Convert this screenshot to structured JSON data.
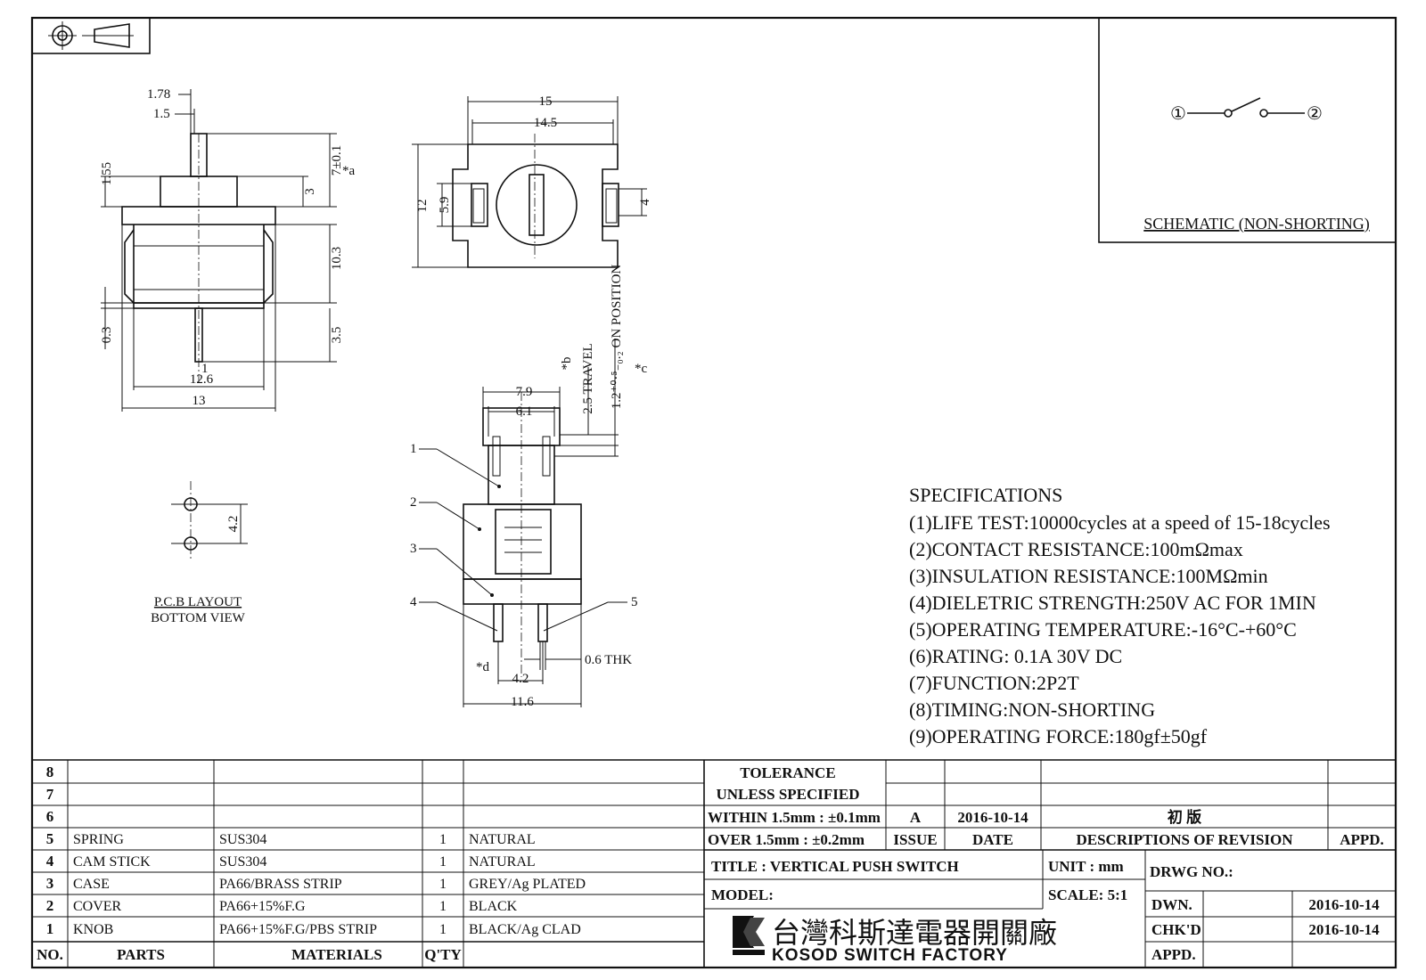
{
  "schematic": {
    "terminal_1": "①",
    "terminal_2": "②",
    "caption": "SCHEMATIC (NON-SHORTING)"
  },
  "side_view_dims": {
    "d_1_78": "1.78",
    "d_1_5": "1.5",
    "d_1_55": "1.55",
    "d_3": "3",
    "d_7": "7±0.1",
    "note_a": "*a",
    "d_10_3": "10.3",
    "d_0_3": "0.3",
    "d_3_5": "3.5",
    "d_1": "1",
    "d_12_6": "12.6",
    "d_13": "13"
  },
  "top_view_dims": {
    "d_15": "15",
    "d_14_5": "14.5",
    "d_12": "12",
    "d_5_9": "5.9",
    "d_4": "4"
  },
  "front_view_dims": {
    "d_7_9": "7.9",
    "d_6_1": "6.1",
    "travel": "2.5 TRAVEL",
    "note_b": "*b",
    "on_position": "1.2⁺⁰·⁵₋₀.₂ ON POSITION",
    "note_c": "*c",
    "d_0_6": "0.6 THK",
    "note_d": "*d",
    "d_4_2": "4.2",
    "d_11_6": "11.6",
    "callouts": [
      "1",
      "2",
      "3",
      "4",
      "5"
    ]
  },
  "pcb_layout": {
    "pitch": "4.2",
    "title": "P.C.B LAYOUT",
    "subtitle": "BOTTOM VIEW"
  },
  "specifications": {
    "heading": "SPECIFICATIONS",
    "items": [
      "(1)LIFE TEST:10000cycles at a speed of 15-18cycles",
      "(2)CONTACT RESISTANCE:100mΩmax",
      "(3)INSULATION RESISTANCE:100MΩmin",
      "(4)DIELETRIC STRENGTH:250V AC FOR 1MIN",
      "(5)OPERATING TEMPERATURE:-16°C-+60°C",
      "(6)RATING: 0.1A 30V DC",
      "(7)FUNCTION:2P2T",
      "(8)TIMING:NON-SHORTING",
      "(9)OPERATING FORCE:180gf±50gf"
    ]
  },
  "bom": {
    "header": {
      "no": "NO.",
      "parts": "PARTS",
      "materials": "MATERIALS",
      "qty": "Q'TY"
    },
    "rows": [
      {
        "no": "8",
        "part": "",
        "material": "",
        "qty": "",
        "finish": ""
      },
      {
        "no": "7",
        "part": "",
        "material": "",
        "qty": "",
        "finish": ""
      },
      {
        "no": "6",
        "part": "",
        "material": "",
        "qty": "",
        "finish": ""
      },
      {
        "no": "5",
        "part": "SPRING",
        "material": "SUS304",
        "qty": "1",
        "finish": "NATURAL"
      },
      {
        "no": "4",
        "part": "CAM STICK",
        "material": "SUS304",
        "qty": "1",
        "finish": "NATURAL"
      },
      {
        "no": "3",
        "part": "CASE",
        "material": "PA66/BRASS STRIP",
        "qty": "1",
        "finish": "GREY/Ag PLATED"
      },
      {
        "no": "2",
        "part": "COVER",
        "material": "PA66+15%F.G",
        "qty": "1",
        "finish": "BLACK"
      },
      {
        "no": "1",
        "part": "KNOB",
        "material": "PA66+15%F.G/PBS STRIP",
        "qty": "1",
        "finish": "BLACK/Ag CLAD"
      }
    ]
  },
  "title_block": {
    "tolerance_1": "TOLERANCE",
    "tolerance_2": "UNLESS  SPECIFIED",
    "within": "WITHIN 1.5mm : ±0.1mm",
    "over": "OVER 1.5mm : ±0.2mm",
    "issue_label": "ISSUE",
    "date_label": "DATE",
    "desc_label": "DESCRIPTIONS OF REVISION",
    "appd_label": "APPD.",
    "rev_issue": "A",
    "rev_date": "2016-10-14",
    "rev_desc": "初  版",
    "title": "TITLE :  VERTICAL PUSH SWITCH",
    "unit": "UNIT :   mm",
    "model": "MODEL:",
    "scale": "SCALE:  5:1",
    "drwg_no": "DRWG NO.:",
    "dwn_label": "DWN.",
    "dwn_date": "2016-10-14",
    "chkd_label": "CHK'D",
    "chkd_date": "2016-10-14",
    "appd_label_2": "APPD.",
    "company_cn": "台灣科斯達電器開關廠",
    "company_en": "KOSOD SWITCH FACTORY"
  }
}
